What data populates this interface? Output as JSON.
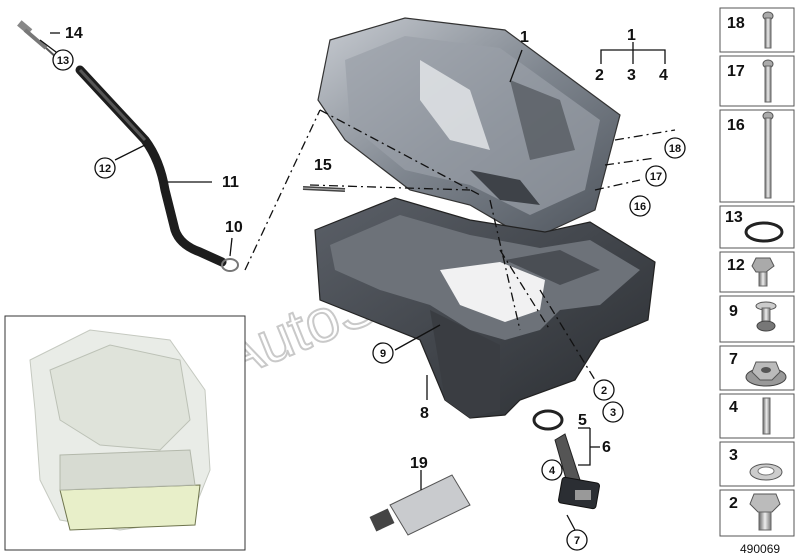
{
  "diagram": {
    "id": "490069",
    "watermark": "AutoSoft",
    "callouts": [
      "1",
      "1",
      "2",
      "3",
      "4",
      "8",
      "11",
      "14",
      "15"
    ],
    "circled": [
      "13",
      "12",
      "10",
      "9",
      "2",
      "3",
      "4",
      "5",
      "6",
      "7",
      "16",
      "17",
      "18"
    ],
    "kit_group": {
      "label": "1",
      "items": [
        "2",
        "3",
        "4"
      ]
    },
    "part_19": "19",
    "legend": [
      "18",
      "17",
      "16",
      "13",
      "12",
      "9",
      "7",
      "4",
      "3",
      "2"
    ]
  }
}
